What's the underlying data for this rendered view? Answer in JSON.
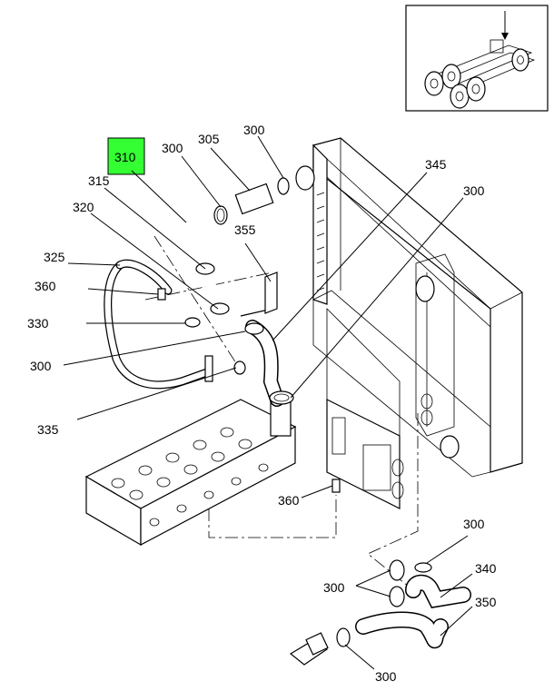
{
  "callouts": {
    "c310": "310",
    "c300a": "300",
    "c305": "305",
    "c300b": "300",
    "c345": "345",
    "c315": "315",
    "c300c": "300",
    "c320": "320",
    "c355": "355",
    "c325": "325",
    "c360a": "360",
    "c330": "330",
    "c300d": "300",
    "c335": "335",
    "c360b": "360",
    "c300e": "300",
    "c340": "340",
    "c300f": "300",
    "c350": "350",
    "c300g": "300"
  },
  "highlight_color": "#33ff33"
}
